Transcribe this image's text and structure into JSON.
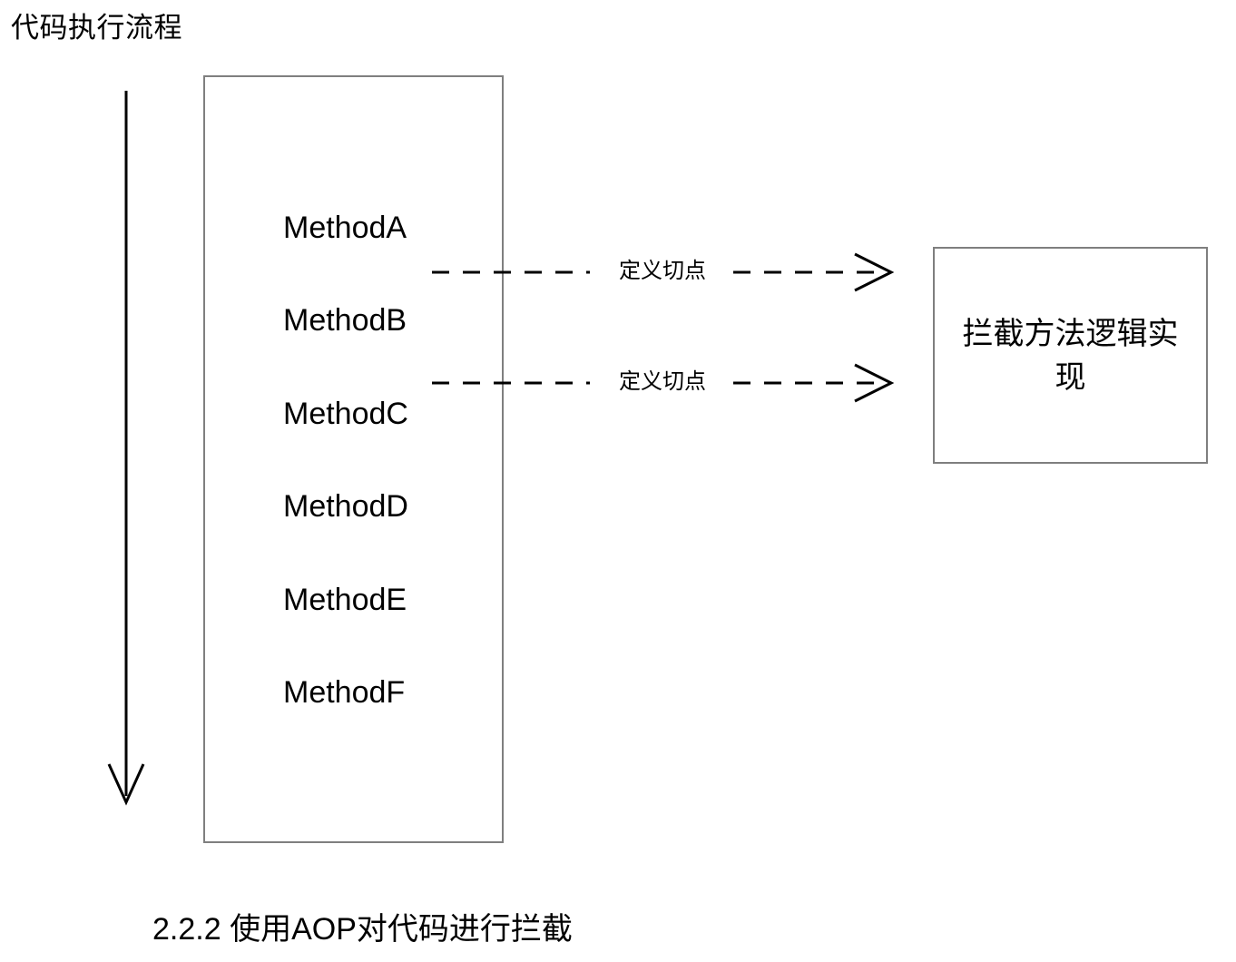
{
  "diagram": {
    "title": "代码执行流程",
    "caption": "2.2.2 使用AOP对代码进行拦截",
    "colors": {
      "box_border": "#7f7f7f",
      "arrow": "#000000",
      "text": "#000000",
      "background": "#ffffff"
    },
    "execution_flow": {
      "arrow_name": "downward-execution-arrow",
      "direction": "down"
    },
    "method_box": {
      "methods": [
        {
          "label": "MethodA"
        },
        {
          "label": "MethodB"
        },
        {
          "label": "MethodC"
        },
        {
          "label": "MethodD"
        },
        {
          "label": "MethodE"
        },
        {
          "label": "MethodF"
        }
      ]
    },
    "pointcuts": [
      {
        "label": "定义切点",
        "from": "MethodA/MethodB boundary",
        "to": "拦截方法逻辑实现"
      },
      {
        "label": "定义切点",
        "from": "MethodB/MethodC boundary",
        "to": "拦截方法逻辑实现"
      }
    ],
    "aspect_box": {
      "text": "拦截方法逻辑实现"
    }
  }
}
